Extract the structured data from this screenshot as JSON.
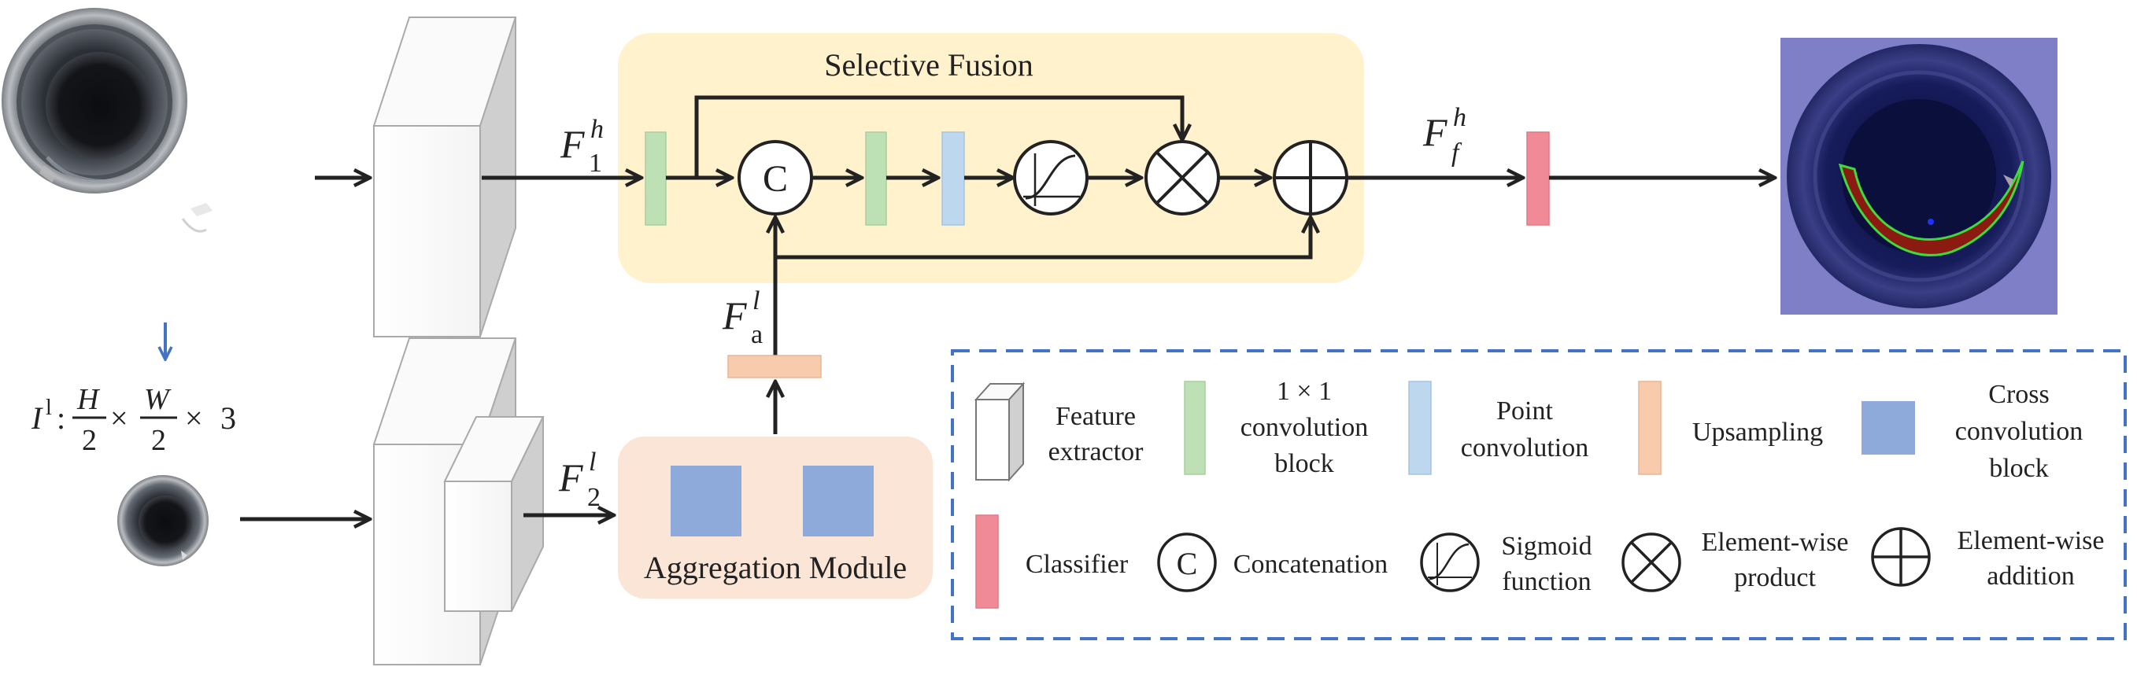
{
  "labels": {
    "selective_fusion": "Selective Fusion",
    "aggregation_module": "Aggregation Module",
    "concat_symbol": "C",
    "input_low_res": {
      "I": "I",
      "l": "l",
      "colon": ":",
      "H": "H",
      "W": "W",
      "two": "2",
      "times": "×",
      "three": "3"
    },
    "features": {
      "F1h": {
        "base": "F",
        "sup": "h",
        "sub": "1"
      },
      "F2l": {
        "base": "F",
        "sup": "l",
        "sub": "2"
      },
      "Fal": {
        "base": "F",
        "sup": "l",
        "sub": "a"
      },
      "Ffh": {
        "base": "F",
        "sup": "h",
        "sub": "f"
      }
    }
  },
  "legend": {
    "feature_extractor": [
      "Feature",
      "extractor"
    ],
    "conv1x1": [
      "1 × 1",
      "convolution",
      "block"
    ],
    "point_conv": [
      "Point",
      "convolution"
    ],
    "upsampling": [
      "Upsampling"
    ],
    "cross_conv": [
      "Cross",
      "convolution",
      "block"
    ],
    "classifier": [
      "Classifier"
    ],
    "concat_symbol": "C",
    "concatenation": [
      "Concatenation"
    ],
    "sigmoid": [
      "Sigmoid",
      "function"
    ],
    "product": [
      "Element-wise",
      "product"
    ],
    "addition": [
      "Element-wise",
      "addition"
    ]
  },
  "colors": {
    "conv1x1": "#bde0b5",
    "point_conv": "#bdd7ee",
    "upsampling": "#f8cbad",
    "cross_conv": "#8eaadb",
    "classifier": "#f08a96",
    "selective_fusion_bg": "#fff2cc",
    "aggregation_bg": "#fbe5d6",
    "legend_border": "#4472c4",
    "down_arrow": "#4472c4",
    "overlay_bg": "#7f7fc7",
    "segmentation": "#8b1a10",
    "segmentation_edge": "#3ddc3d"
  }
}
